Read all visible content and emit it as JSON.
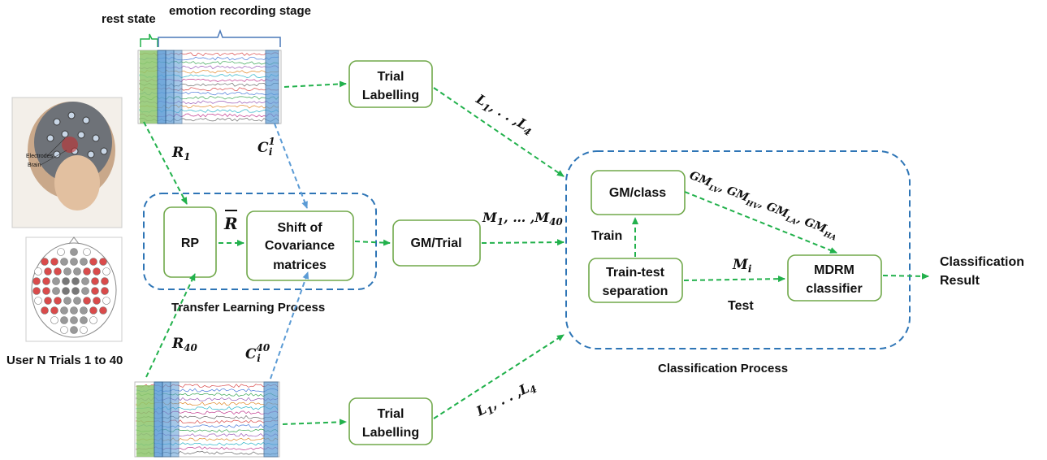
{
  "labels": {
    "rest_state": "rest state",
    "emotion_recording_stage": "emotion recording stage",
    "transfer_learning_process": "Transfer Learning Process",
    "classification_process": "Classification Process",
    "user_trials": "User N Trials 1 to 40",
    "train": "Train",
    "test": "Test",
    "classification_result_line1": "Classification",
    "classification_result_line2": "Result",
    "electrodes": "Electrodes",
    "brain": "Brain"
  },
  "boxes": {
    "trial_labelling_top": [
      "Trial",
      "Labelling"
    ],
    "trial_labelling_bottom": [
      "Trial",
      "Labelling"
    ],
    "rp": "RP",
    "shift_cov": [
      "Shift of",
      "Covariance",
      "matrices"
    ],
    "gm_trial": "GM/Trial",
    "gm_class": "GM/class",
    "train_test_sep": [
      "Train-test",
      "separation"
    ],
    "mdrm": [
      "MDRM",
      "classifier"
    ]
  },
  "math": {
    "r1": {
      "base": "R",
      "sub": "1"
    },
    "r40": {
      "base": "R",
      "sub": "40"
    },
    "ci1": {
      "base": "C",
      "sub": "i",
      "sup": "1"
    },
    "ci40": {
      "base": "C",
      "sub": "i",
      "sup": "40"
    },
    "rbar": "R",
    "l_top": {
      "a": "L",
      "a_sub": "1",
      "mid": ", . . ,",
      "b": "L",
      "b_sub": "4"
    },
    "l_bottom": {
      "a": "L",
      "a_sub": "1",
      "mid": ", . . ,",
      "b": "L",
      "b_sub": "4"
    },
    "m_range": {
      "a": "M",
      "a_sub": "1",
      "mid": ", … ,",
      "b": "M",
      "b_sub": "40"
    },
    "mi": {
      "base": "M",
      "sub": "i"
    },
    "gm_list": [
      {
        "base": "GM",
        "sub": "LV"
      },
      {
        "base": "GM",
        "sub": "HV"
      },
      {
        "base": "GM",
        "sub": "LA"
      },
      {
        "base": "GM",
        "sub": "HA"
      }
    ]
  },
  "colors": {
    "box_border": "#70a84a",
    "group_border": "#2e75b6",
    "green_arrow": "#22b14c",
    "blue_arrow": "#5b9bd5",
    "rest_segment": "#8dc56c",
    "trial_segment": "#5b9bd5"
  }
}
